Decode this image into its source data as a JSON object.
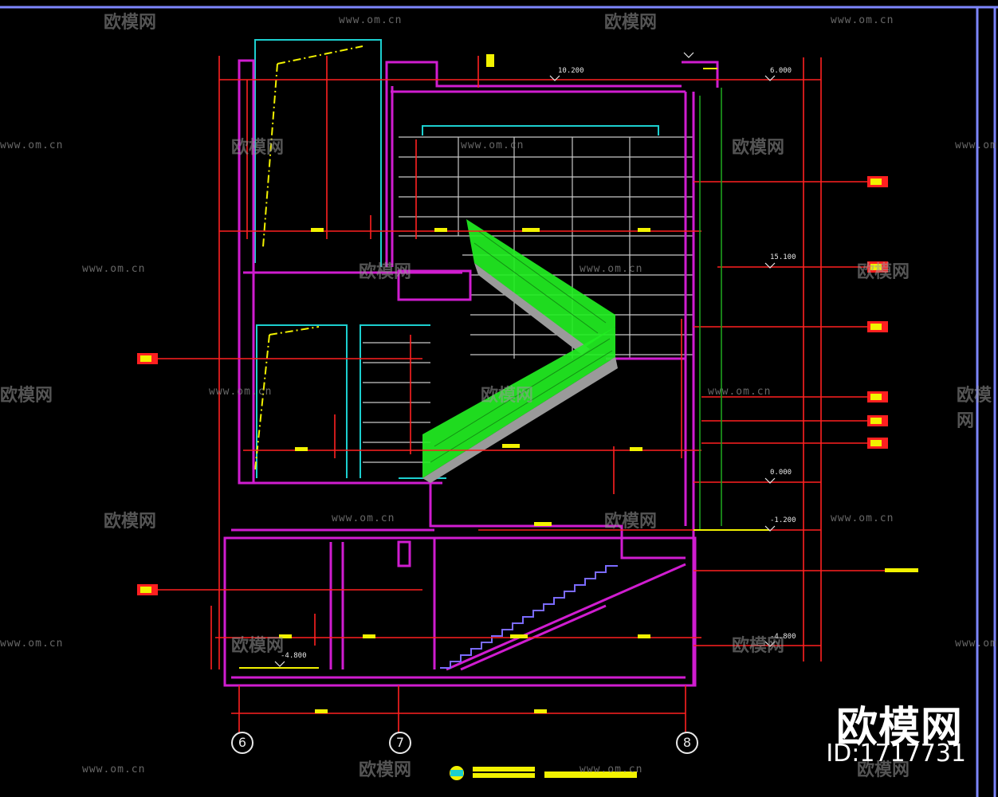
{
  "brand": {
    "name": "欧模网",
    "id_text": "ID:1717731"
  },
  "watermark": {
    "url": "www.om.cn",
    "name": "欧模网"
  },
  "axes": [
    "6",
    "7",
    "8"
  ],
  "elevations": [
    "10.200",
    "6.000",
    "0.000",
    "-1.200",
    "-4.800",
    "-4.800",
    "15.100"
  ],
  "colors": {
    "background": "#000000",
    "wall": "#d01dd0",
    "dimension": "#ff2020",
    "stair": "#22ee22",
    "grid": "#c8c8c8",
    "yellow": "#f2f200",
    "cyan": "#1ccfcf",
    "frame": "#7d86ff"
  }
}
